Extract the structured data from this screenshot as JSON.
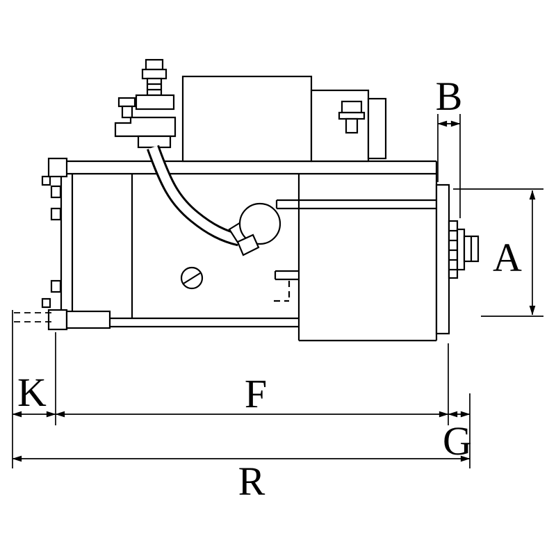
{
  "page": {
    "background_color": "#ffffff",
    "line_color": "#000000"
  },
  "drawing": {
    "dimension_labels": {
      "A": "A",
      "B": "B",
      "F": "F",
      "G": "G",
      "K": "K",
      "R": "R"
    }
  }
}
